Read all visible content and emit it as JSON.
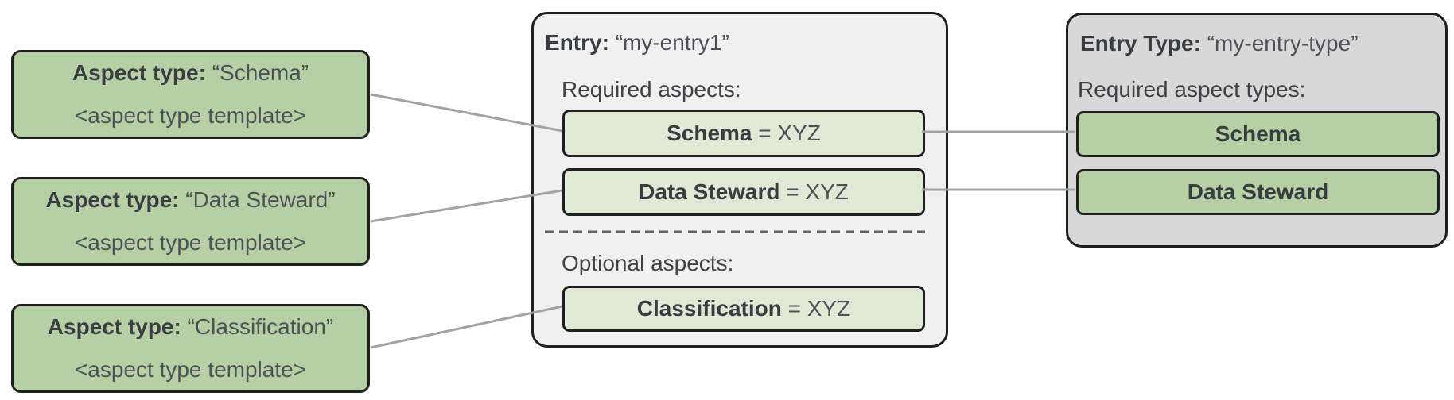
{
  "colors": {
    "card_green": "#b7cfa5",
    "chip_light_green": "#dfe9d6",
    "entry_panel_bg": "#f0f0f1",
    "entry_type_panel_bg": "#d8d8d8",
    "border": "#1f1f1f",
    "connector_line": "#a3a3a3",
    "dashed_divider": "#5f6368",
    "text_bold": "#393c40",
    "text_regular": "#4d5156"
  },
  "aspect_type_cards": [
    {
      "label": "Aspect type:",
      "name": "“Schema”",
      "template": "<aspect type template>"
    },
    {
      "label": "Aspect type:",
      "name": "“Data Steward”",
      "template": "<aspect type template>"
    },
    {
      "label": "Aspect type:",
      "name": "“Classification”",
      "template": "<aspect type template>"
    }
  ],
  "entry_card": {
    "title_label": "Entry:",
    "title_value": "“my-entry1”",
    "required_heading": "Required aspects:",
    "required_aspects": [
      {
        "name": "Schema",
        "value": " = XYZ"
      },
      {
        "name": "Data Steward",
        "value": " = XYZ"
      }
    ],
    "optional_heading": "Optional aspects:",
    "optional_aspects": [
      {
        "name": "Classification",
        "value": " = XYZ"
      }
    ]
  },
  "entry_type_card": {
    "title_label": "Entry Type:",
    "title_value": "“my-entry-type”",
    "required_heading": "Required aspect types:",
    "aspect_types": [
      {
        "name": "Schema"
      },
      {
        "name": "Data Steward"
      }
    ]
  }
}
